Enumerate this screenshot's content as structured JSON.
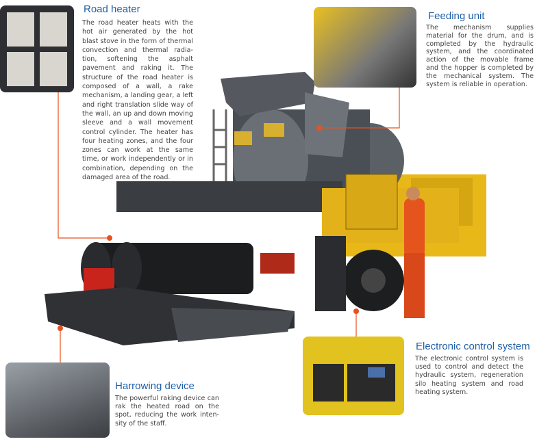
{
  "sections": {
    "road_heater": {
      "title": "Road heater",
      "text": "The road heater heats with the hot air generated by the hot blast stove in the form of thermal convection and thermal radia-tion, softening the asphalt pavement and raking it. The structure of the road heater is composed of a wall, a rake mechanism, a landing gear, a left and right translation slide way of the wall, an up and down moving sleeve and a wall movement control cylinder. The heater has four heating zones, and the four zones can work at the same time, or work independently or in combination, depending on the damaged area of the road."
    },
    "feeding_unit": {
      "title": "Feeding unit",
      "text": "The mechanism supplies material for the drum, and is completed by the hydraulic system, and the coordinated action of the movable frame and the hopper is completed by the mechanical system. The system is reliable in operation."
    },
    "electronic_control": {
      "title": "Electronic control system",
      "text": "The electronic control system is used to control and detect the hydraulic system, regeneration silo heating system and road heating system."
    },
    "harrowing_device": {
      "title": "Harrowing device",
      "text": "The powerful raking device can rak the heated road on the spot, reducing the work inten-sity of the staff."
    }
  },
  "colors": {
    "accent": "#e8501c",
    "title": "#1f5fa8",
    "body": "#444444",
    "machine": "#3c3f44",
    "truck_yellow": "#e8b818"
  }
}
